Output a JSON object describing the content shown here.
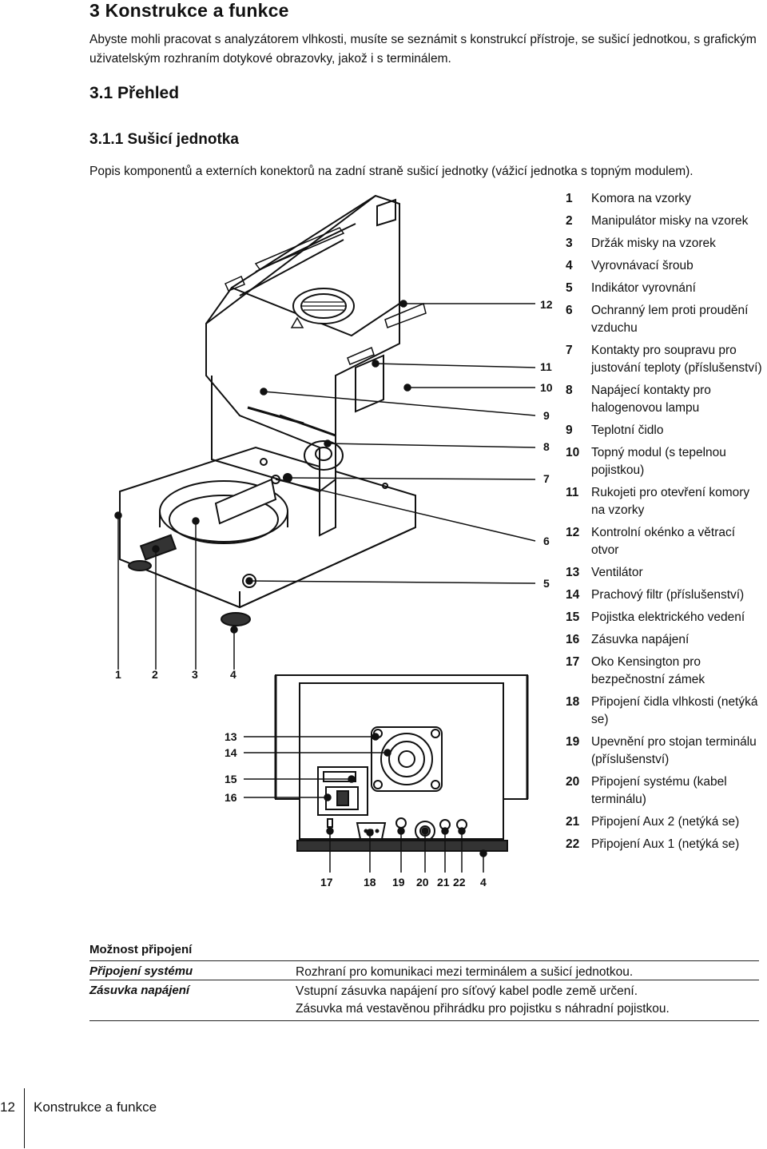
{
  "heading": "3 Konstrukce a funkce",
  "intro": "Abyste mohli pracovat s analyzátorem vlhkosti, musíte se seznámit s konstrukcí přístroje, se sušicí jednotkou, s grafickým uživatelským rozhraním dotykové obrazovky, jakož i s terminálem.",
  "section": "3.1 Přehled",
  "subsection": "3.1.1 Sušicí jednotka",
  "description": "Popis komponentů a externích konektorů na zadní straně sušicí jednotky (vážicí jednotka s topným modulem).",
  "legend": [
    {
      "n": "1",
      "text": "Komora na vzorky"
    },
    {
      "n": "2",
      "text": "Manipulátor misky na vzorek"
    },
    {
      "n": "3",
      "text": "Držák misky na vzorek"
    },
    {
      "n": "4",
      "text": "Vyrovnávací šroub"
    },
    {
      "n": "5",
      "text": "Indikátor vyrovnání"
    },
    {
      "n": "6",
      "text": "Ochranný lem proti proudění vzduchu"
    },
    {
      "n": "7",
      "text": "Kontakty pro soupravu pro justování teploty (příslušenství)"
    },
    {
      "n": "8",
      "text": "Napájecí kontakty pro halogenovou lampu"
    },
    {
      "n": "9",
      "text": "Teplotní čidlo"
    },
    {
      "n": "10",
      "text": "Topný modul (s tepelnou pojistkou)"
    },
    {
      "n": "11",
      "text": "Rukojeti pro otevření komory na vzorky"
    },
    {
      "n": "12",
      "text": "Kontrolní okénko a větrací otvor"
    },
    {
      "n": "13",
      "text": "Ventilátor"
    },
    {
      "n": "14",
      "text": "Prachový filtr (příslušenství)"
    },
    {
      "n": "15",
      "text": "Pojistka elektrického vedení"
    },
    {
      "n": "16",
      "text": "Zásuvka napájení"
    },
    {
      "n": "17",
      "text": "Oko Kensington pro bezpečnostní zámek"
    },
    {
      "n": "18",
      "text": "Připojení čidla vlhkosti (netýká se)"
    },
    {
      "n": "19",
      "text": "Upevnění pro stojan terminálu (příslušenství)"
    },
    {
      "n": "20",
      "text": "Připojení systému (kabel terminálu)"
    },
    {
      "n": "21",
      "text": "Připojení Aux 2 (netýká se)"
    },
    {
      "n": "22",
      "text": "Připojení Aux 1 (netýká se)"
    }
  ],
  "callouts": {
    "c12": "12",
    "c11": "11",
    "c10": "10",
    "c9": "9",
    "c8": "8",
    "c7": "7",
    "c6": "6",
    "c5": "5",
    "c1": "1",
    "c2": "2",
    "c3": "3",
    "c4": "4",
    "c13": "13",
    "c14": "14",
    "c15": "15",
    "c16": "16",
    "b17": "17",
    "b18": "18",
    "b19": "19",
    "b20": "20",
    "b21": "21",
    "b22": "22",
    "b4": "4"
  },
  "options": {
    "title": "Možnost připojení",
    "rows": [
      {
        "name": "Připojení systému",
        "text": "Rozhraní pro komunikaci mezi terminálem a sušicí jednotkou."
      },
      {
        "name": "Zásuvka napájení",
        "text": "Vstupní zásuvka napájení pro síťový kabel podle země určení.",
        "text2": "Zásuvka má vestavěnou přihrádku pro pojistku s náhradní pojistkou."
      }
    ]
  },
  "footer": {
    "page": "12",
    "title": "Konstrukce a funkce"
  }
}
